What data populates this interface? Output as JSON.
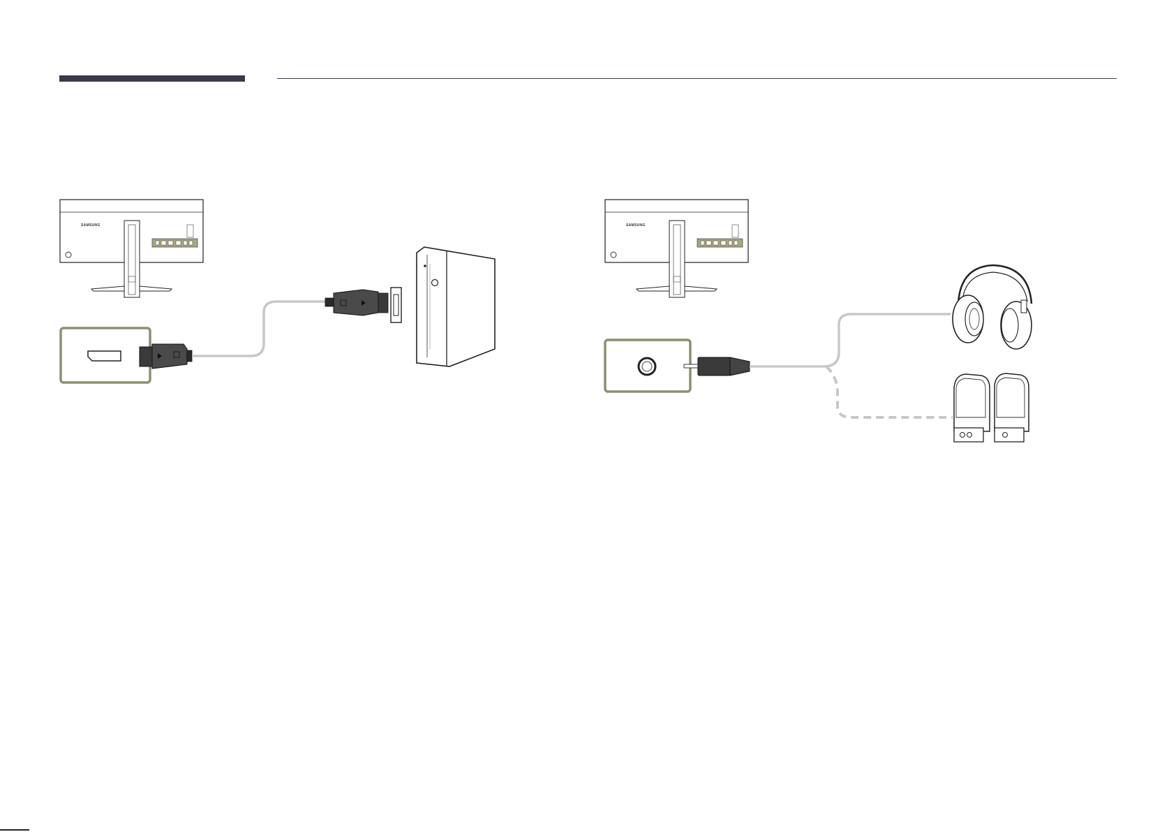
{
  "header": {},
  "diagrams": [
    {
      "id": "displayport-connection",
      "monitor_brand": "SAMSUNG",
      "port_highlight_color": "#8c9071",
      "cable_color": "#c8c8c8",
      "connector_color": "#3a3a3a",
      "icons": [
        "monitor-rear-icon",
        "displayport-socket-icon",
        "displayport-plug-icon",
        "pc-tower-icon"
      ]
    },
    {
      "id": "audio-connection",
      "monitor_brand": "SAMSUNG",
      "port_highlight_color": "#8c9071",
      "cable_color": "#c8c8c8",
      "connector_color": "#3a3a3a",
      "icons": [
        "monitor-rear-icon",
        "headphone-jack-icon",
        "audio-plug-icon",
        "headphones-icon",
        "speakers-icon"
      ]
    }
  ]
}
